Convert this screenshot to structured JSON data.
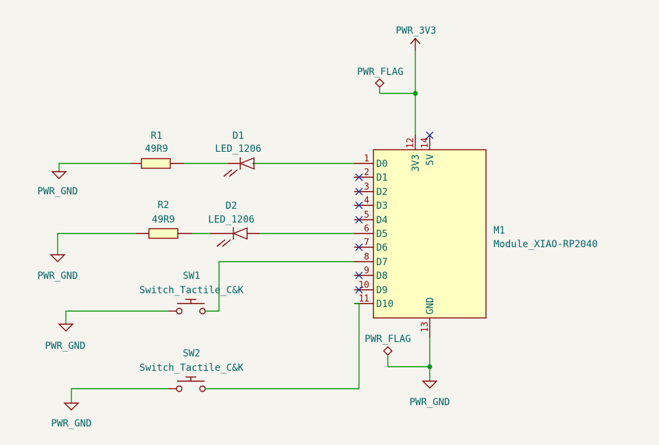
{
  "colors": {
    "background": "#f5f4ef",
    "wire": "#009600",
    "symbol": "#840000",
    "component_fill": "#ffffc2",
    "label": "#006464",
    "pin_number": "#a90000",
    "no_connect": "#1e2fa0"
  },
  "power": {
    "pwr_3v3": "PWR_3V3",
    "flag_top": "PWR_FLAG",
    "flag_bottom": "PWR_FLAG",
    "gnd_1": "PWR_GND",
    "gnd_2": "PWR_GND",
    "gnd_3": "PWR_GND",
    "gnd_4": "PWR_GND",
    "gnd_5": "PWR_GND"
  },
  "r1": {
    "ref": "R1",
    "value": "49R9"
  },
  "d1": {
    "ref": "D1",
    "value": "LED_1206"
  },
  "r2": {
    "ref": "R2",
    "value": "49R9"
  },
  "d2": {
    "ref": "D2",
    "value": "LED_1206"
  },
  "sw1": {
    "ref": "SW1",
    "value": "Switch_Tactile_C&K"
  },
  "sw2": {
    "ref": "SW2",
    "value": "Switch_Tactile_C&K"
  },
  "m1": {
    "ref": "M1",
    "value": "Module_XIAO-RP2040",
    "left_pins": [
      {
        "num": "1",
        "name": "D0"
      },
      {
        "num": "2",
        "name": "D1"
      },
      {
        "num": "3",
        "name": "D2"
      },
      {
        "num": "4",
        "name": "D3"
      },
      {
        "num": "5",
        "name": "D4"
      },
      {
        "num": "6",
        "name": "D5"
      },
      {
        "num": "7",
        "name": "D6"
      },
      {
        "num": "8",
        "name": "D7"
      },
      {
        "num": "9",
        "name": "D8"
      },
      {
        "num": "10",
        "name": "D9"
      },
      {
        "num": "11",
        "name": "D10"
      }
    ],
    "top_pins": [
      {
        "num": "12",
        "name": "3V3"
      },
      {
        "num": "14",
        "name": "5V"
      }
    ],
    "bottom_pin": {
      "num": "13",
      "name": "GND"
    }
  }
}
